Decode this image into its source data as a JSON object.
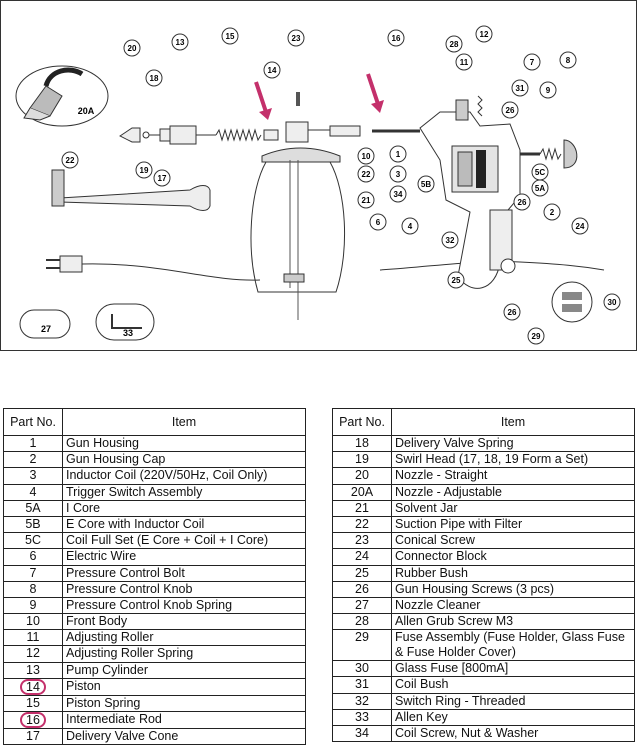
{
  "diagram": {
    "callouts": [
      "1",
      "2",
      "3",
      "4",
      "5A",
      "5B",
      "5C",
      "6",
      "7",
      "8",
      "9",
      "10",
      "11",
      "12",
      "13",
      "14",
      "15",
      "16",
      "17",
      "18",
      "19",
      "20",
      "20A",
      "21",
      "22",
      "22",
      "23",
      "24",
      "25",
      "26",
      "26",
      "26",
      "27",
      "28",
      "29",
      "30",
      "31",
      "32",
      "33",
      "34"
    ],
    "highlight_color": "#c4306b"
  },
  "table_left": {
    "col_part": "Part No.",
    "col_item": "Item",
    "rows": [
      {
        "no": "1",
        "item": "Gun Housing"
      },
      {
        "no": "2",
        "item": "Gun Housing Cap"
      },
      {
        "no": "3",
        "item": "Inductor Coil (220V/50Hz, Coil Only)"
      },
      {
        "no": "4",
        "item": "Trigger Switch Assembly"
      },
      {
        "no": "5A",
        "item": "I Core"
      },
      {
        "no": "5B",
        "item": "E Core with Inductor Coil"
      },
      {
        "no": "5C",
        "item": "Coil Full Set (E Core + Coil + I Core)"
      },
      {
        "no": "6",
        "item": "Electric Wire"
      },
      {
        "no": "7",
        "item": "Pressure Control Bolt"
      },
      {
        "no": "8",
        "item": "Pressure Control Knob"
      },
      {
        "no": "9",
        "item": "Pressure Control Knob Spring"
      },
      {
        "no": "10",
        "item": "Front Body"
      },
      {
        "no": "11",
        "item": "Adjusting Roller"
      },
      {
        "no": "12",
        "item": "Adjusting Roller Spring"
      },
      {
        "no": "13",
        "item": "Pump Cylinder"
      },
      {
        "no": "14",
        "item": "Piston"
      },
      {
        "no": "15",
        "item": "Piston Spring"
      },
      {
        "no": "16",
        "item": "Intermediate Rod"
      },
      {
        "no": "17",
        "item": "Delivery Valve Cone"
      }
    ]
  },
  "table_right": {
    "col_part": "Part No.",
    "col_item": "Item",
    "rows": [
      {
        "no": "18",
        "item": "Delivery Valve Spring"
      },
      {
        "no": "19",
        "item": "Swirl Head (17, 18, 19 Form a Set)"
      },
      {
        "no": "20",
        "item": "Nozzle - Straight"
      },
      {
        "no": "20A",
        "item": "Nozzle - Adjustable"
      },
      {
        "no": "21",
        "item": "Solvent Jar"
      },
      {
        "no": "22",
        "item": "Suction Pipe with Filter"
      },
      {
        "no": "23",
        "item": "Conical Screw"
      },
      {
        "no": "24",
        "item": "Connector Block"
      },
      {
        "no": "25",
        "item": "Rubber Bush"
      },
      {
        "no": "26",
        "item": "Gun Housing Screws (3 pcs)"
      },
      {
        "no": "27",
        "item": "Nozzle Cleaner"
      },
      {
        "no": "28",
        "item": "Allen Grub Screw M3"
      },
      {
        "no": "29",
        "item": "Fuse Assembly (Fuse Holder, Glass Fuse & Fuse Holder Cover)"
      },
      {
        "no": "30",
        "item": "Glass Fuse [800mA]"
      },
      {
        "no": "31",
        "item": "Coil Bush"
      },
      {
        "no": "32",
        "item": "Switch Ring - Threaded"
      },
      {
        "no": "33",
        "item": "Allen Key"
      },
      {
        "no": "34",
        "item": "Coil Screw, Nut & Washer"
      }
    ]
  }
}
